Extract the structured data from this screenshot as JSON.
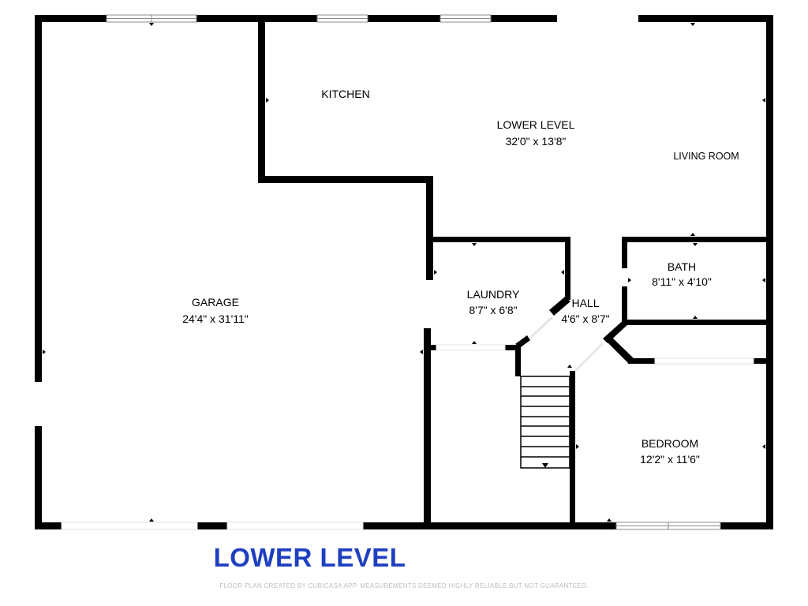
{
  "plan_title": "LOWER LEVEL",
  "footer_note": "FLOOR PLAN CREATED BY CUBICASA APP. MEASUREMENTS DEEMED HIGHLY RELIABLE BUT NOT GUARANTEED.",
  "colors": {
    "wall": "#000000",
    "title": "#1e3fbf",
    "footer": "#bdbdbd",
    "window": "#e8e8e8"
  },
  "rooms": {
    "kitchen": {
      "name": "KITCHEN"
    },
    "main": {
      "name": "LOWER LEVEL",
      "dims": "32'0\" x 13'8\""
    },
    "living": {
      "name": "LIVING ROOM"
    },
    "garage": {
      "name": "GARAGE",
      "dims": "24'4\" x 31'11\""
    },
    "laundry": {
      "name": "LAUNDRY",
      "dims": "8'7\" x 6'8\""
    },
    "hall": {
      "name": "HALL",
      "dims": "4'6\" x 8'7\""
    },
    "bath": {
      "name": "BATH",
      "dims": "8'11\" x 4'10\""
    },
    "bedroom": {
      "name": "BEDROOM",
      "dims": "12'2\" x 11'6\""
    }
  }
}
